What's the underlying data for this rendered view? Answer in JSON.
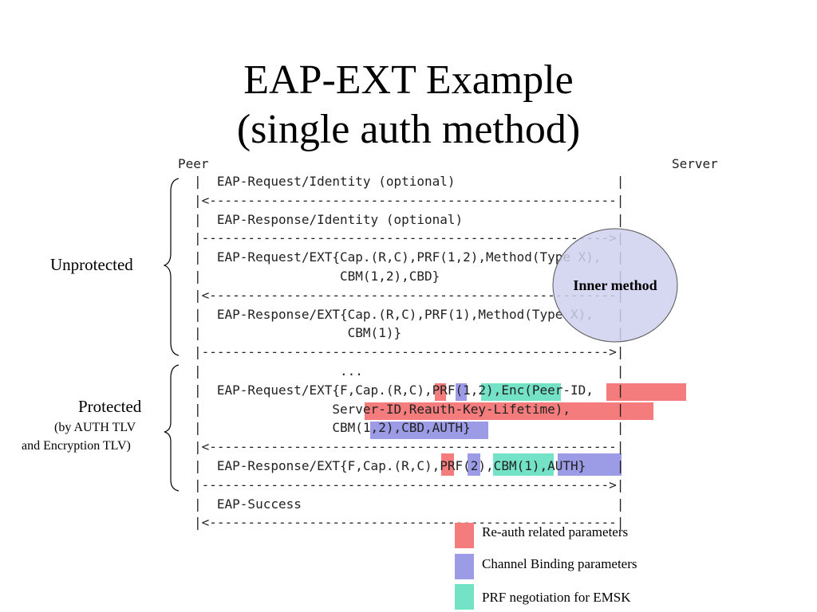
{
  "title": {
    "line1": "EAP-EXT Example",
    "line2": "(single auth method)"
  },
  "columns": {
    "peer": "Peer",
    "server": "Server"
  },
  "flow_lines": [
    "|  EAP-Request/Identity (optional)                     |",
    "|<-----------------------------------------------------|",
    "|  EAP-Response/Identity (optional)                    |",
    "|----------------------------------------------------->|",
    "|  EAP-Request/EXT{Cap.(R,C),PRF(1,2),Method(Type X),  |",
    "|                  CBM(1,2),CBD}                       |",
    "|<-----------------------------------------------------|",
    "|  EAP-Response/EXT{Cap.(R,C),PRF(1),Method(Type X),   |",
    "|                   CBM(1)}                            |",
    "|----------------------------------------------------->|",
    "|                  ...                                 |",
    "|  EAP-Request/EXT{F,Cap.(R,C),PRF(1,2),Enc(Peer-ID,   |",
    "|                 Server-ID,Reauth-Key-Lifetime),      |",
    "|                 CBM(1,2),CBD,AUTH}                   |",
    "|<-----------------------------------------------------|",
    "|  EAP-Response/EXT{F,Cap.(R,C),PRF(2),CBM(1),AUTH}    |",
    "|----------------------------------------------------->|",
    "|  EAP-Success                                         |",
    "|<-----------------------------------------------------|"
  ],
  "groups": {
    "unprotected": "Unprotected",
    "protected": "Protected",
    "protected_sub1": "(by AUTH TLV",
    "protected_sub2": "and Encryption TLV)"
  },
  "inner_method": "Inner method",
  "legend": [
    {
      "label": "Re-auth related parameters",
      "color": "#f47c7c"
    },
    {
      "label": "Channel Binding parameters",
      "color": "#9b9be6"
    },
    {
      "label": "PRF negotiation for EMSK",
      "color": "#73e2c7"
    }
  ]
}
